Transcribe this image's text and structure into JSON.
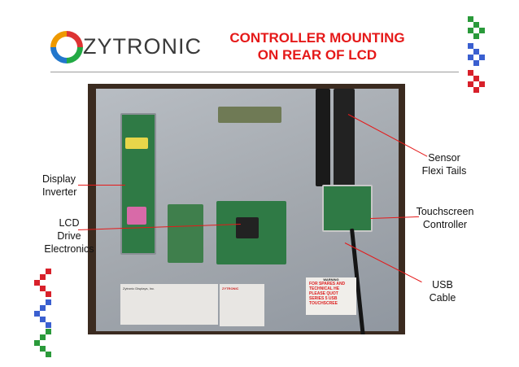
{
  "logo": {
    "wordmark": "ZYTRONIC"
  },
  "slide": {
    "title_line1": "CONTROLLER MOUNTING",
    "title_line2": "ON REAR OF LCD"
  },
  "callouts": {
    "display_inverter": [
      "Display",
      "Inverter"
    ],
    "lcd_drive": [
      "LCD",
      "Drive",
      "Electronics"
    ],
    "sensor_flexi": [
      "Sensor",
      "Flexi Tails"
    ],
    "touchscreen_controller": [
      "Touchscreen",
      "Controller"
    ],
    "usb_cable": [
      "USB",
      "Cable"
    ]
  },
  "photo_text": {
    "warning_title": "WARNING",
    "warning_lines": [
      "FOR SPARES AND",
      "TECHNICAL HE",
      "PLEASE QUOT",
      "SERIES 5 USB",
      "TOUCHSCREE"
    ],
    "brand_sticker": "ZYTRONIC",
    "product_label_left": "Zytronic Displays, Inc."
  },
  "colors": {
    "title": "#e51919",
    "pointer": "#e51919",
    "pcb_green": "#2f7a45",
    "flexi": "#1a1a1a",
    "plate": "#a7acb2"
  }
}
